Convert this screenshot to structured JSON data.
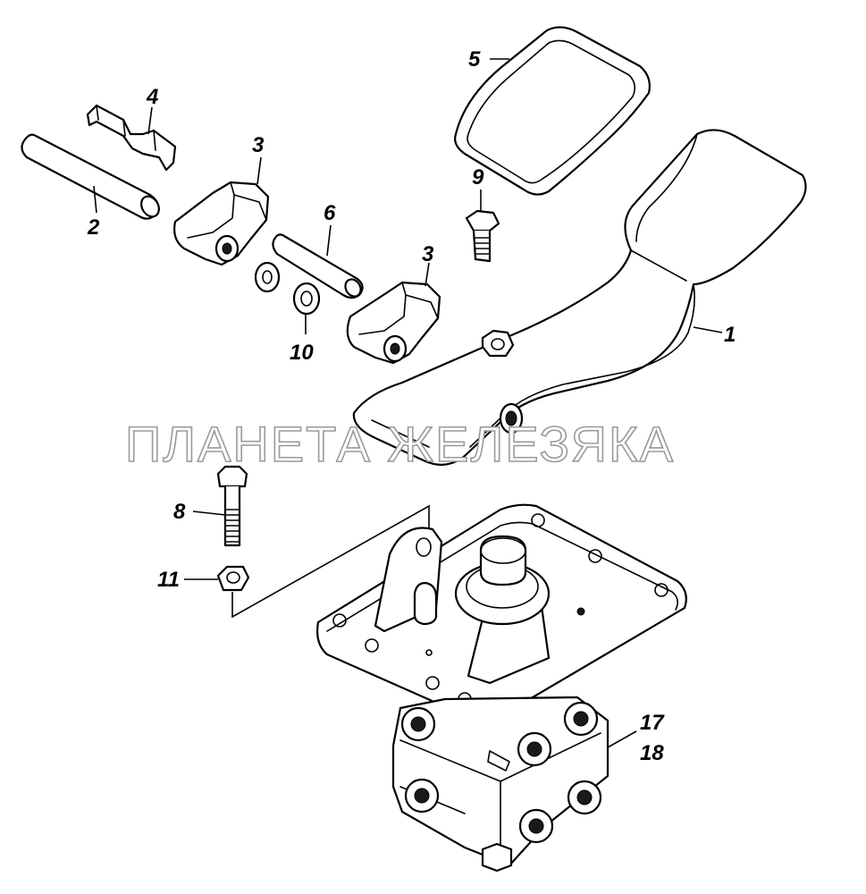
{
  "callouts": {
    "c1": "1",
    "c2": "2",
    "c3a": "3",
    "c3b": "3",
    "c4": "4",
    "c5": "5",
    "c6": "6",
    "c8": "8",
    "c9": "9",
    "c10": "10",
    "c11": "11",
    "c17": "17",
    "c18": "18"
  },
  "watermark": "ПЛАНЕТА ЖЕЛЕЗЯКА",
  "colors": {
    "line": "#000000",
    "background": "#ffffff",
    "watermark_outline": "#9a9a9a"
  }
}
